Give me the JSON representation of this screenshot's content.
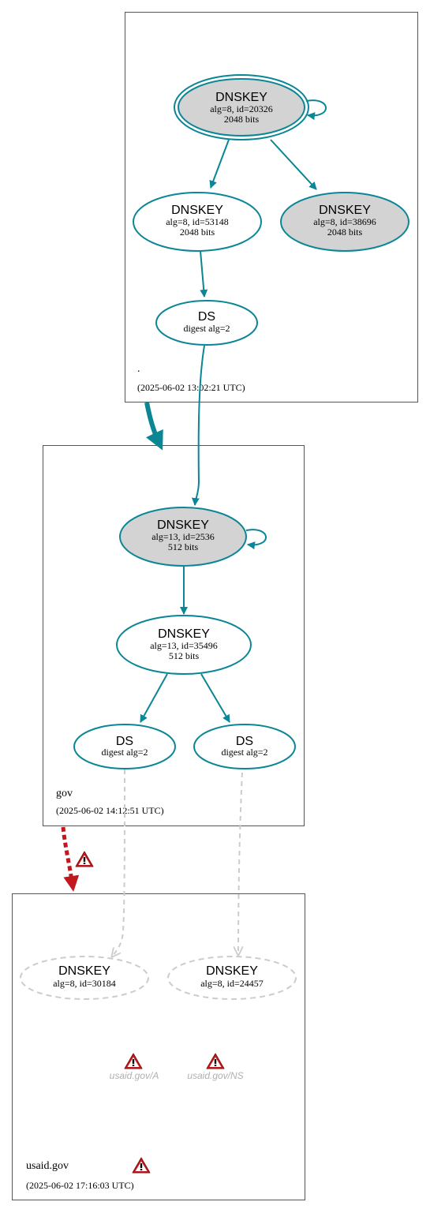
{
  "colors": {
    "edge": "#0a8694",
    "node_fill_ksk": "#d3d3d3",
    "node_fill": "#ffffff",
    "insecure": "#cccccc",
    "error": "#c0181c",
    "zone_border": "#555555"
  },
  "zones": {
    "root": {
      "name": ".",
      "timestamp": "(2025-06-02 13:02:21 UTC)"
    },
    "gov": {
      "name": "gov",
      "timestamp": "(2025-06-02 14:12:51 UTC)"
    },
    "usaid": {
      "name": "usaid.gov",
      "timestamp": "(2025-06-02 17:16:03 UTC)"
    }
  },
  "nodes": {
    "root_ksk": {
      "title": "DNSKEY",
      "line1": "alg=8, id=20326",
      "line2": "2048 bits"
    },
    "root_zsk": {
      "title": "DNSKEY",
      "line1": "alg=8, id=53148",
      "line2": "2048 bits"
    },
    "root_key3": {
      "title": "DNSKEY",
      "line1": "alg=8, id=38696",
      "line2": "2048 bits"
    },
    "root_ds": {
      "title": "DS",
      "line1": "digest alg=2"
    },
    "gov_ksk": {
      "title": "DNSKEY",
      "line1": "alg=13, id=2536",
      "line2": "512 bits"
    },
    "gov_zsk": {
      "title": "DNSKEY",
      "line1": "alg=13, id=35496",
      "line2": "512 bits"
    },
    "gov_ds1": {
      "title": "DS",
      "line1": "digest alg=2"
    },
    "gov_ds2": {
      "title": "DS",
      "line1": "digest alg=2"
    },
    "usaid_key1": {
      "title": "DNSKEY",
      "line1": "alg=8, id=30184"
    },
    "usaid_key2": {
      "title": "DNSKEY",
      "line1": "alg=8, id=24457"
    }
  },
  "rrsets": {
    "a": {
      "label": "usaid.gov/A"
    },
    "ns": {
      "label": "usaid.gov/NS"
    }
  },
  "icons": [
    "warning-icon"
  ]
}
